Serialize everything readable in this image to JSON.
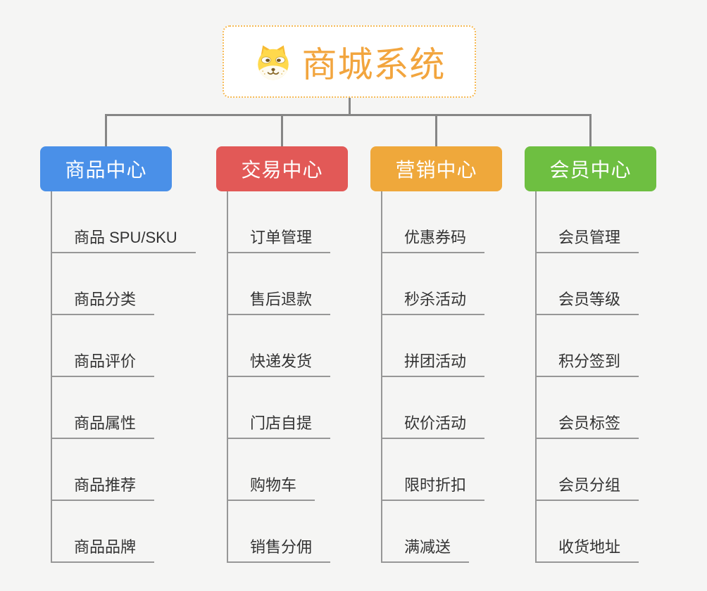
{
  "root": {
    "title": "商城系统",
    "icon": "dog-face-icon",
    "title_color": "#F2A53E",
    "border_color": "#F6BA55"
  },
  "branches": [
    {
      "label": "商品中心",
      "color": "#4A90E8",
      "children": [
        "商品 SPU/SKU",
        "商品分类",
        "商品评价",
        "商品属性",
        "商品推荐",
        "商品品牌"
      ]
    },
    {
      "label": "交易中心",
      "color": "#E25957",
      "children": [
        "订单管理",
        "售后退款",
        "快递发货",
        "门店自提",
        "购物车",
        "销售分佣"
      ]
    },
    {
      "label": "营销中心",
      "color": "#EFA83B",
      "children": [
        "优惠券码",
        "秒杀活动",
        "拼团活动",
        "砍价活动",
        "限时折扣",
        "满减送"
      ]
    },
    {
      "label": "会员中心",
      "color": "#6EBF41",
      "children": [
        "会员管理",
        "会员等级",
        "积分签到",
        "会员标签",
        "会员分组",
        "收货地址"
      ]
    }
  ],
  "colors": {
    "background": "#F5F5F4",
    "connector": "#868686",
    "leaf_line": "#979797",
    "leaf_text": "#333333"
  }
}
